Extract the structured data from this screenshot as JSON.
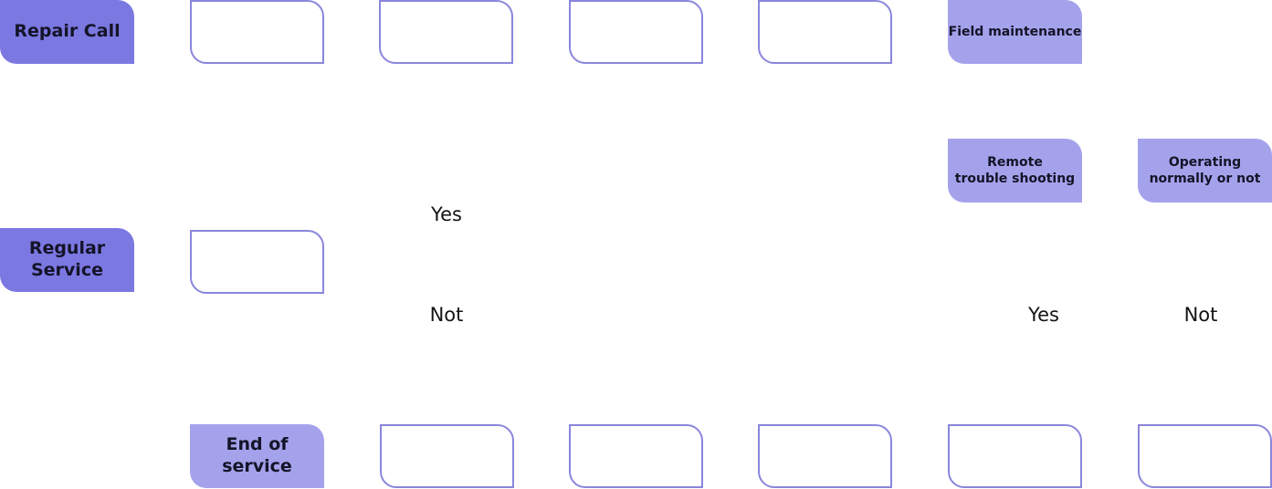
{
  "nodes": {
    "repair_call": "Repair Call",
    "field_maintenance": "Field maintenance",
    "remote_line1": "Remote",
    "remote_line2": "trouble shooting",
    "operating_line1": "Operating",
    "operating_line2": "normally or not",
    "regular_line1": "Regular",
    "regular_line2": "Service",
    "end_of_service": "End of service"
  },
  "labels": {
    "yes_1": "Yes",
    "not_1": "Not",
    "yes_2": "Yes",
    "not_2": "Not"
  },
  "colors": {
    "dark_fill": "#7b78e2",
    "light_fill": "#a5a2ec",
    "outline": "#8a86dc"
  }
}
